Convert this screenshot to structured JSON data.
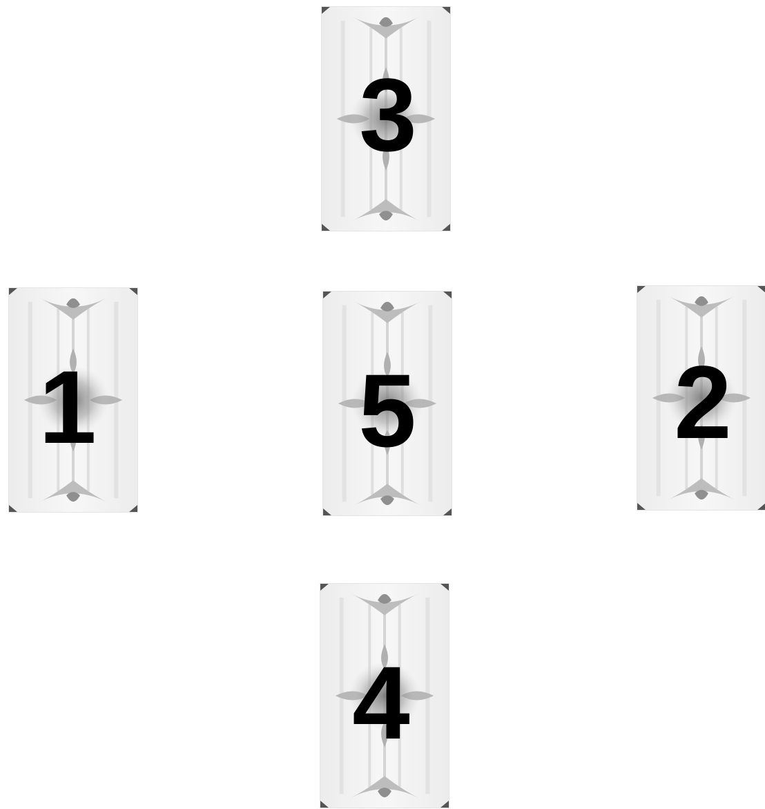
{
  "cards": [
    {
      "number": "1",
      "position": "left"
    },
    {
      "number": "2",
      "position": "right"
    },
    {
      "number": "3",
      "position": "top"
    },
    {
      "number": "4",
      "position": "bottom"
    },
    {
      "number": "5",
      "position": "center"
    }
  ],
  "colors": {
    "background": "#ffffff",
    "card_face": "#f3f3f3",
    "ornament": "#8a8a8a",
    "number": "#000000"
  }
}
